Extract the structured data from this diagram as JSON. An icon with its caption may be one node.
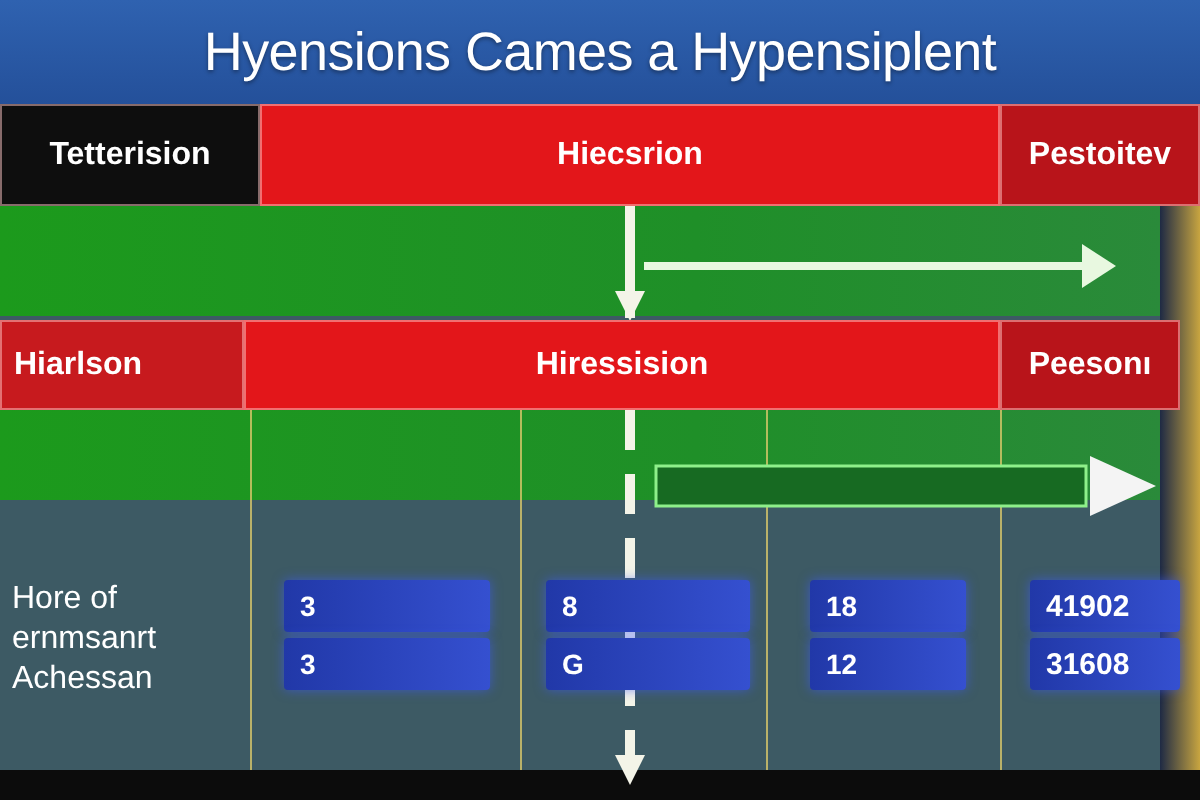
{
  "diagram": {
    "title": "Hyensions Cames a Hypensiplent",
    "nodes": [
      {
        "text": [
          "Tetterision"
        ]
      },
      {
        "text": [
          "Hiecsrion"
        ]
      },
      {
        "text": [
          "Pestoitev"
        ]
      },
      {
        "text": [
          "Hiarlson"
        ]
      },
      {
        "text": [
          "Hiressision"
        ]
      },
      {
        "text": [
          "Peesonı"
        ]
      },
      {
        "text": [
          "3"
        ]
      },
      {
        "text": [
          "3"
        ]
      },
      {
        "text": [
          "8"
        ]
      },
      {
        "text": [
          "G"
        ]
      },
      {
        "text": [
          "18"
        ]
      },
      {
        "text": [
          "12"
        ]
      },
      {
        "text": [
          "41902"
        ]
      },
      {
        "text": [
          "31608"
        ]
      }
    ],
    "edges": [
      {
        "from": 1,
        "to": 4,
        "arrow": "to"
      },
      {
        "from": 4,
        "to": null,
        "arrow": "to",
        "style": "dashed"
      }
    ],
    "labels": [
      "Hore of ernmsanrt Achessan"
    ]
  }
}
